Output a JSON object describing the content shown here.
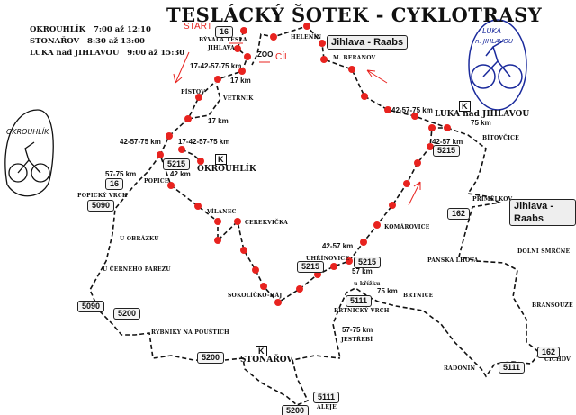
{
  "title": "TESLÁCKÝ ŠOTEK - CYKLOTRASY",
  "schedule": [
    {
      "place": "OKROUHLÍK",
      "time": "7:00 až 12:10"
    },
    {
      "place": "STONAŘOV",
      "time": "8:30 až 13:00"
    },
    {
      "place": "LUKA nad JIHLAVOU",
      "time": "9:00 až 15:30"
    }
  ],
  "markers": {
    "start": "START",
    "finish": "CÍL",
    "zoo": "ZOO",
    "control": "K"
  },
  "logos": {
    "left": "OKROUHLÍK",
    "right_line1": "LUKA",
    "right_line2": "n. JIHLAVOU"
  },
  "towns": {
    "okrouhlik": "OKROUHLÍK",
    "luka": "LUKA nad JIHLAVOU",
    "stonarov": "STONAŘOV"
  },
  "places": {
    "byvala_tesla": "BÝVALÁ TESLA",
    "jihlava": "JIHLAVA",
    "helenin": "HELENÍN",
    "m_beranov": "M. BERANOV",
    "pistov": "PÍSTOV",
    "vetrnik": "VĚTRNÍK",
    "popice": "POPICE",
    "popicky_vrch": "POPICKÝ VRCH",
    "vilanec": "VÍLANEC",
    "cerekvicka": "CEREKVIČKA",
    "u_obrazku": "U OBRÁZKU",
    "u_cerneho_parezu": "U ČERNÉHO PAŘEZU",
    "sokolicko_haj": "SOKOLÍČKO-HÁJ",
    "urinovice": "UHŘÍNOVICE",
    "komarovice": "KOMÁROVICE",
    "bitovcice": "BÍTOVČICE",
    "primelkov": "PŘÍMĚLKOV",
    "dolni_smrcne": "DOLNÍ SMRČNÉ",
    "panska_lhota": "PANSKÁ LHOTA",
    "u_krizku": "u křížku",
    "brtnice": "BRTNICE",
    "brtnicky_vrch": "BRTNICKÝ VRCH",
    "bransouze": "BRANSOUZE",
    "rybniky": "RYBNÍKY NA POUŠTÍCH",
    "jestrebi": "JESTŘEBÍ",
    "radonin": "RADONÍN",
    "cichov": "ČÍCHOV",
    "aleje": "ALEJE"
  },
  "distances": {
    "d1": "17-42-57-75 km",
    "d2": "17 km",
    "d3": "17 km",
    "d4": "42-57-75 km",
    "d5": "17-42-57-75 km",
    "d6": "57-75 km",
    "d7": "42 km",
    "d8": "42-57-75 km",
    "d9": "75 km",
    "d10": "42-57 km",
    "d11": "42-57 km",
    "d12": "57 km",
    "d13": "75 km",
    "d14": "57-75 km"
  },
  "roads": {
    "r16a": "16",
    "r16b": "16",
    "jr1": "Jihlava - Raabs",
    "jr2": "Jihlava - Raabs",
    "r5215a": "5215",
    "r5215b": "5215",
    "r5215c": "5215",
    "r5215d": "5215",
    "r5090a": "5090",
    "r5090b": "5090",
    "r5200a": "5200",
    "r5200b": "5200",
    "r5200c": "5200",
    "r162a": "162",
    "r162b": "162",
    "r5111a": "5111",
    "r5111b": "5111",
    "r5111c": "5111"
  },
  "colors": {
    "route_dot": "#e8231f",
    "annotation": "#e8231f",
    "logo_blue": "#1a2a9c"
  }
}
